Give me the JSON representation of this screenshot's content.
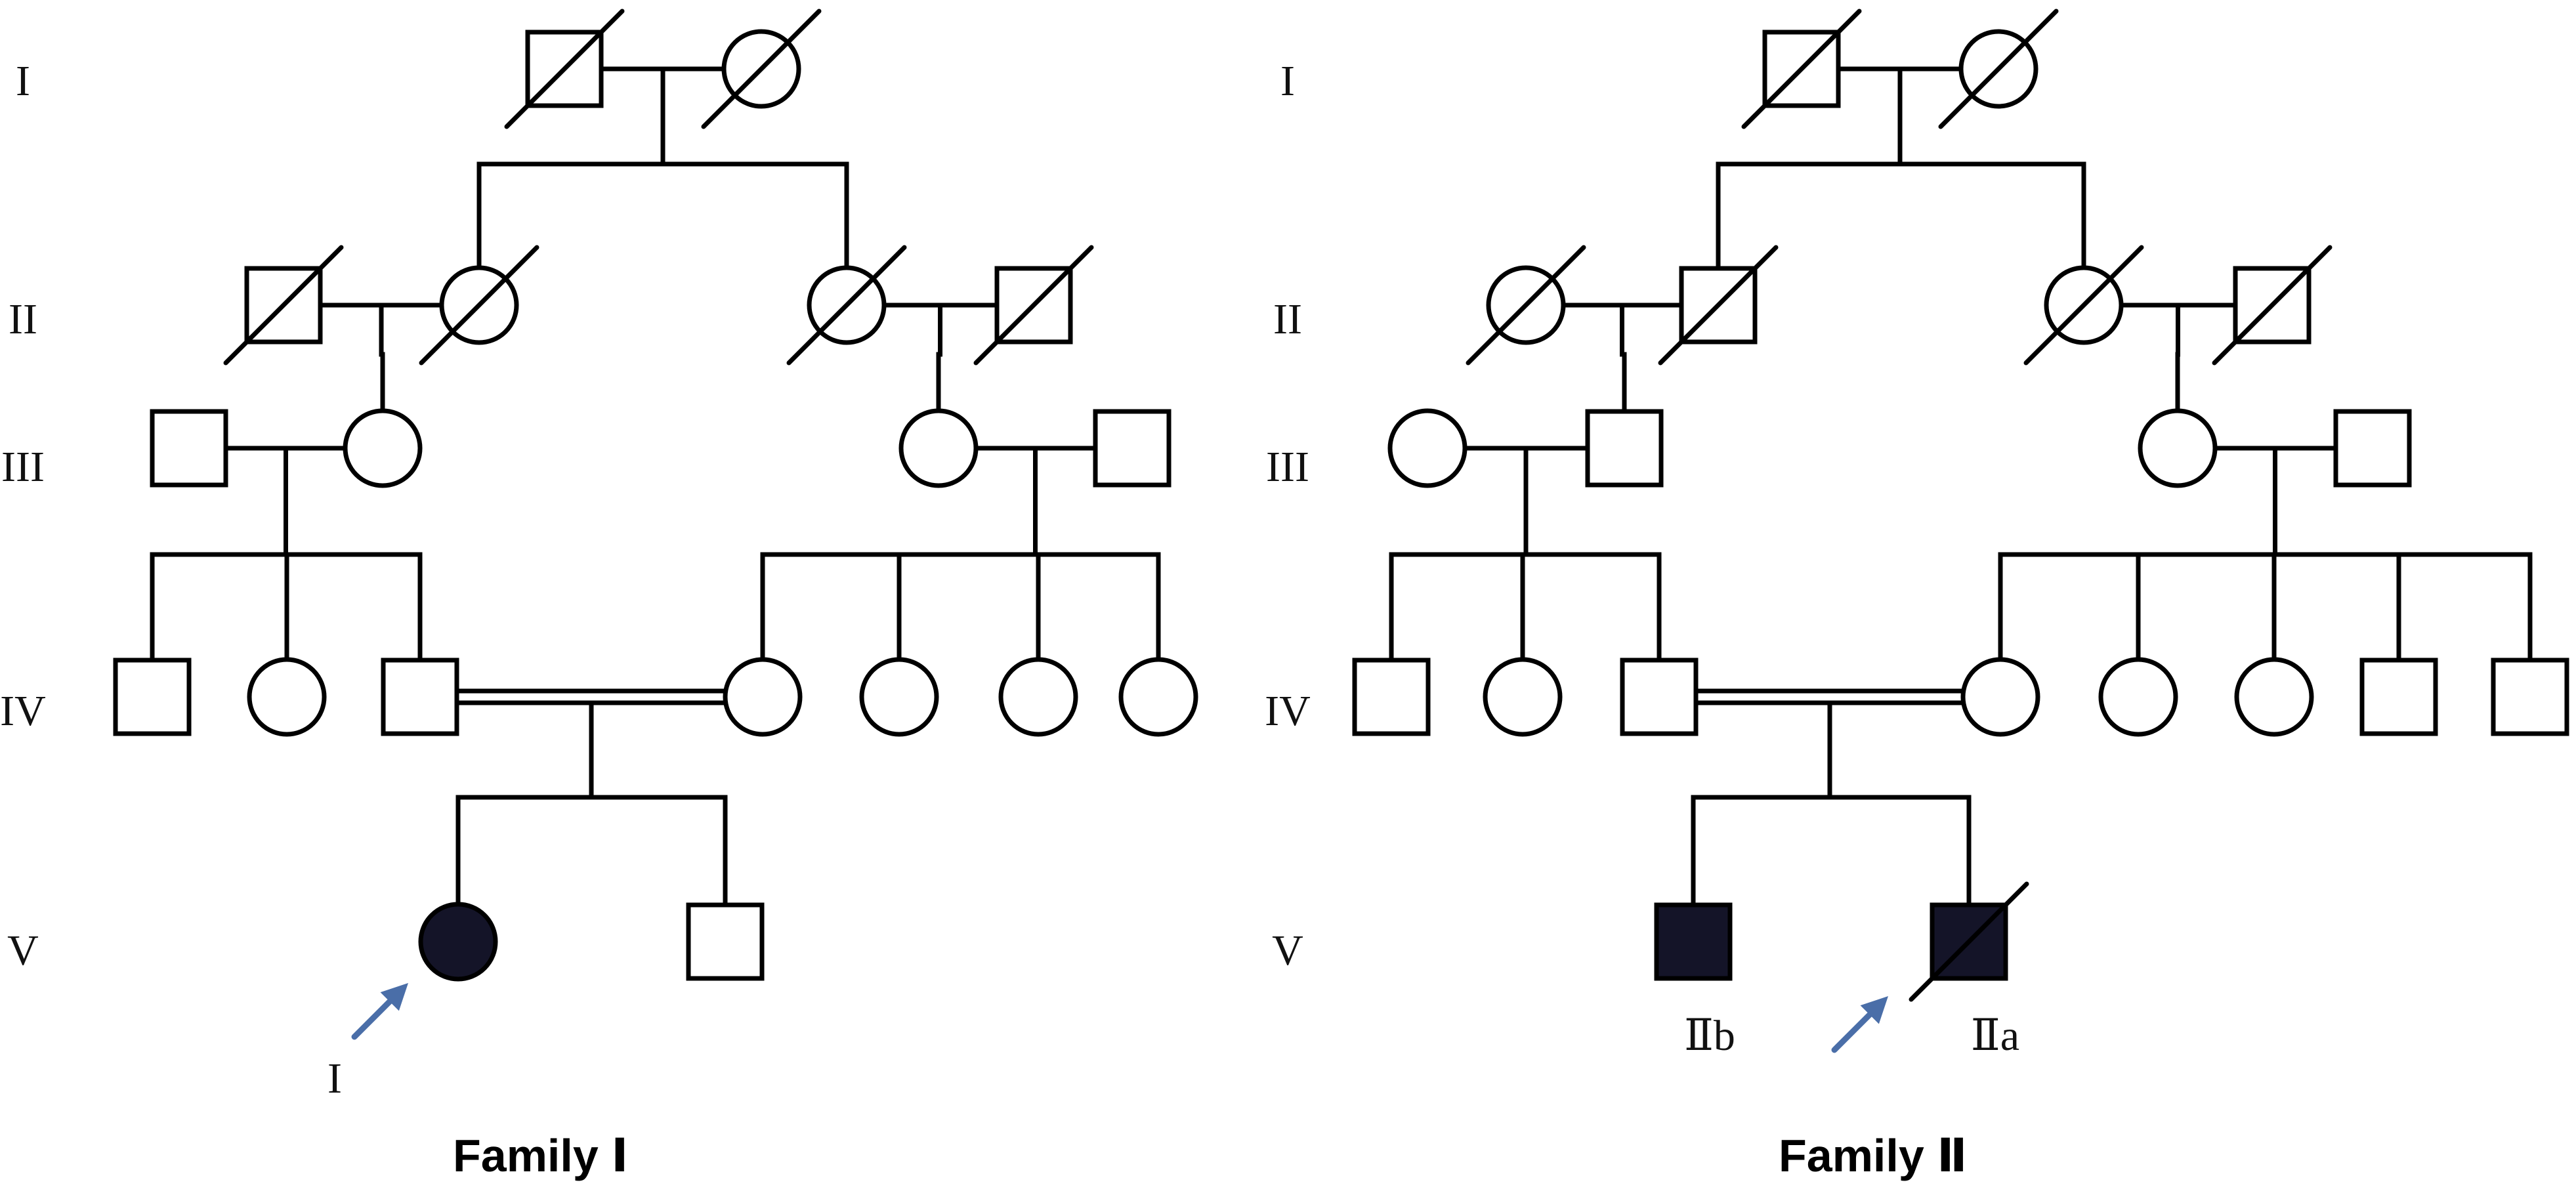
{
  "colors": {
    "line": "#000000",
    "affected_fill": "#141428",
    "unaffected_fill": "#ffffff",
    "proband_arrow": "#4a6ea8"
  },
  "families": [
    {
      "id": "family-1",
      "caption": "Family Ⅰ",
      "generation_labels": [
        "I",
        "II",
        "III",
        "IV",
        "V"
      ],
      "individuals": [
        {
          "id": "f1-I-1",
          "sex": "male",
          "status": "deceased"
        },
        {
          "id": "f1-I-2",
          "sex": "female",
          "status": "deceased"
        },
        {
          "id": "f1-II-1",
          "sex": "male",
          "status": "deceased"
        },
        {
          "id": "f1-II-2",
          "sex": "female",
          "status": "deceased"
        },
        {
          "id": "f1-II-3",
          "sex": "female",
          "status": "deceased"
        },
        {
          "id": "f1-II-4",
          "sex": "male",
          "status": "deceased"
        },
        {
          "id": "f1-III-1",
          "sex": "male",
          "status": "unaffected"
        },
        {
          "id": "f1-III-2",
          "sex": "female",
          "status": "unaffected"
        },
        {
          "id": "f1-III-3",
          "sex": "female",
          "status": "unaffected"
        },
        {
          "id": "f1-III-4",
          "sex": "male",
          "status": "unaffected"
        },
        {
          "id": "f1-IV-1",
          "sex": "male",
          "status": "unaffected"
        },
        {
          "id": "f1-IV-2",
          "sex": "female",
          "status": "unaffected"
        },
        {
          "id": "f1-IV-3",
          "sex": "male",
          "status": "unaffected"
        },
        {
          "id": "f1-IV-4",
          "sex": "female",
          "status": "unaffected"
        },
        {
          "id": "f1-IV-5",
          "sex": "female",
          "status": "unaffected"
        },
        {
          "id": "f1-IV-6",
          "sex": "female",
          "status": "unaffected"
        },
        {
          "id": "f1-IV-7",
          "sex": "female",
          "status": "unaffected"
        },
        {
          "id": "f1-V-1",
          "sex": "female",
          "status": "affected",
          "proband": true,
          "label": "I"
        },
        {
          "id": "f1-V-2",
          "sex": "male",
          "status": "unaffected"
        }
      ],
      "unions": [
        {
          "id": "f1-u1",
          "partners": [
            "f1-I-1",
            "f1-I-2"
          ],
          "consanguineous": false,
          "children": [
            "f1-II-2",
            "f1-II-3"
          ]
        },
        {
          "id": "f1-u2",
          "partners": [
            "f1-II-1",
            "f1-II-2"
          ],
          "consanguineous": false,
          "children": [
            "f1-III-2"
          ]
        },
        {
          "id": "f1-u3",
          "partners": [
            "f1-II-3",
            "f1-II-4"
          ],
          "consanguineous": false,
          "children": [
            "f1-III-3"
          ]
        },
        {
          "id": "f1-u4",
          "partners": [
            "f1-III-1",
            "f1-III-2"
          ],
          "consanguineous": false,
          "children": [
            "f1-IV-1",
            "f1-IV-2",
            "f1-IV-3"
          ]
        },
        {
          "id": "f1-u5",
          "partners": [
            "f1-III-3",
            "f1-III-4"
          ],
          "consanguineous": false,
          "children": [
            "f1-IV-4",
            "f1-IV-5",
            "f1-IV-6",
            "f1-IV-7"
          ]
        },
        {
          "id": "f1-u6",
          "partners": [
            "f1-IV-3",
            "f1-IV-4"
          ],
          "consanguineous": true,
          "children": [
            "f1-V-1",
            "f1-V-2"
          ]
        }
      ]
    },
    {
      "id": "family-2",
      "caption": "Family Ⅱ",
      "generation_labels": [
        "I",
        "II",
        "III",
        "IV",
        "V"
      ],
      "individuals": [
        {
          "id": "f2-I-1",
          "sex": "male",
          "status": "deceased"
        },
        {
          "id": "f2-I-2",
          "sex": "female",
          "status": "deceased"
        },
        {
          "id": "f2-II-1",
          "sex": "female",
          "status": "deceased"
        },
        {
          "id": "f2-II-2",
          "sex": "male",
          "status": "deceased"
        },
        {
          "id": "f2-II-3",
          "sex": "female",
          "status": "deceased"
        },
        {
          "id": "f2-II-4",
          "sex": "male",
          "status": "deceased"
        },
        {
          "id": "f2-III-1",
          "sex": "female",
          "status": "unaffected"
        },
        {
          "id": "f2-III-2",
          "sex": "male",
          "status": "unaffected"
        },
        {
          "id": "f2-III-3",
          "sex": "female",
          "status": "unaffected"
        },
        {
          "id": "f2-III-4",
          "sex": "male",
          "status": "unaffected"
        },
        {
          "id": "f2-IV-1",
          "sex": "male",
          "status": "unaffected"
        },
        {
          "id": "f2-IV-2",
          "sex": "female",
          "status": "unaffected"
        },
        {
          "id": "f2-IV-3",
          "sex": "male",
          "status": "unaffected"
        },
        {
          "id": "f2-IV-4",
          "sex": "female",
          "status": "unaffected"
        },
        {
          "id": "f2-IV-5",
          "sex": "female",
          "status": "unaffected"
        },
        {
          "id": "f2-IV-6",
          "sex": "female",
          "status": "unaffected"
        },
        {
          "id": "f2-IV-7",
          "sex": "male",
          "status": "unaffected"
        },
        {
          "id": "f2-IV-8",
          "sex": "male",
          "status": "unaffected"
        },
        {
          "id": "f2-V-1",
          "sex": "male",
          "status": "affected",
          "label": "Ⅱb"
        },
        {
          "id": "f2-V-2",
          "sex": "male",
          "status": "affected-deceased",
          "proband": true,
          "label": "Ⅱa"
        }
      ],
      "unions": [
        {
          "id": "f2-u1",
          "partners": [
            "f2-I-1",
            "f2-I-2"
          ],
          "consanguineous": false,
          "children": [
            "f2-II-2",
            "f2-II-3"
          ]
        },
        {
          "id": "f2-u2",
          "partners": [
            "f2-II-1",
            "f2-II-2"
          ],
          "consanguineous": false,
          "children": [
            "f2-III-2"
          ]
        },
        {
          "id": "f2-u3",
          "partners": [
            "f2-II-3",
            "f2-II-4"
          ],
          "consanguineous": false,
          "children": [
            "f2-III-3"
          ]
        },
        {
          "id": "f2-u4",
          "partners": [
            "f2-III-1",
            "f2-III-2"
          ],
          "consanguineous": false,
          "children": [
            "f2-IV-1",
            "f2-IV-2",
            "f2-IV-3"
          ]
        },
        {
          "id": "f2-u5",
          "partners": [
            "f2-III-3",
            "f2-III-4"
          ],
          "consanguineous": false,
          "children": [
            "f2-IV-4",
            "f2-IV-5",
            "f2-IV-6",
            "f2-IV-7",
            "f2-IV-8"
          ]
        },
        {
          "id": "f2-u6",
          "partners": [
            "f2-IV-3",
            "f2-IV-4"
          ],
          "consanguineous": true,
          "children": [
            "f2-V-1",
            "f2-V-2"
          ]
        }
      ]
    }
  ]
}
